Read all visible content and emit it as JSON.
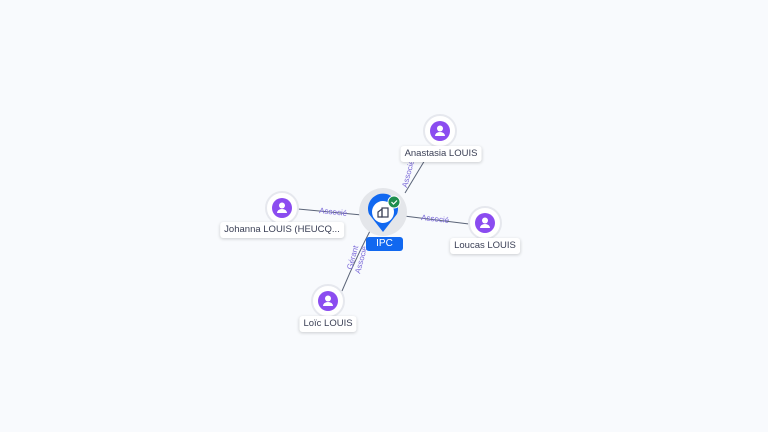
{
  "center": {
    "label": "IPC",
    "icon": "company-building-icon",
    "verified": true,
    "color": "#1168f0",
    "badge_color": "#1e8e4e"
  },
  "people": [
    {
      "name": "Anastasia LOUIS",
      "relation": "Associé"
    },
    {
      "name": "Johanna LOUIS (HEUCQ...",
      "relation": "Associé"
    },
    {
      "name": "Loucas LOUIS",
      "relation": "Associé"
    },
    {
      "name": "Loïc LOUIS",
      "relation": "Gérant",
      "relation2": "Associé"
    }
  ],
  "colors": {
    "person": "#8b4cf0",
    "edge_label": "#7a68d8"
  }
}
